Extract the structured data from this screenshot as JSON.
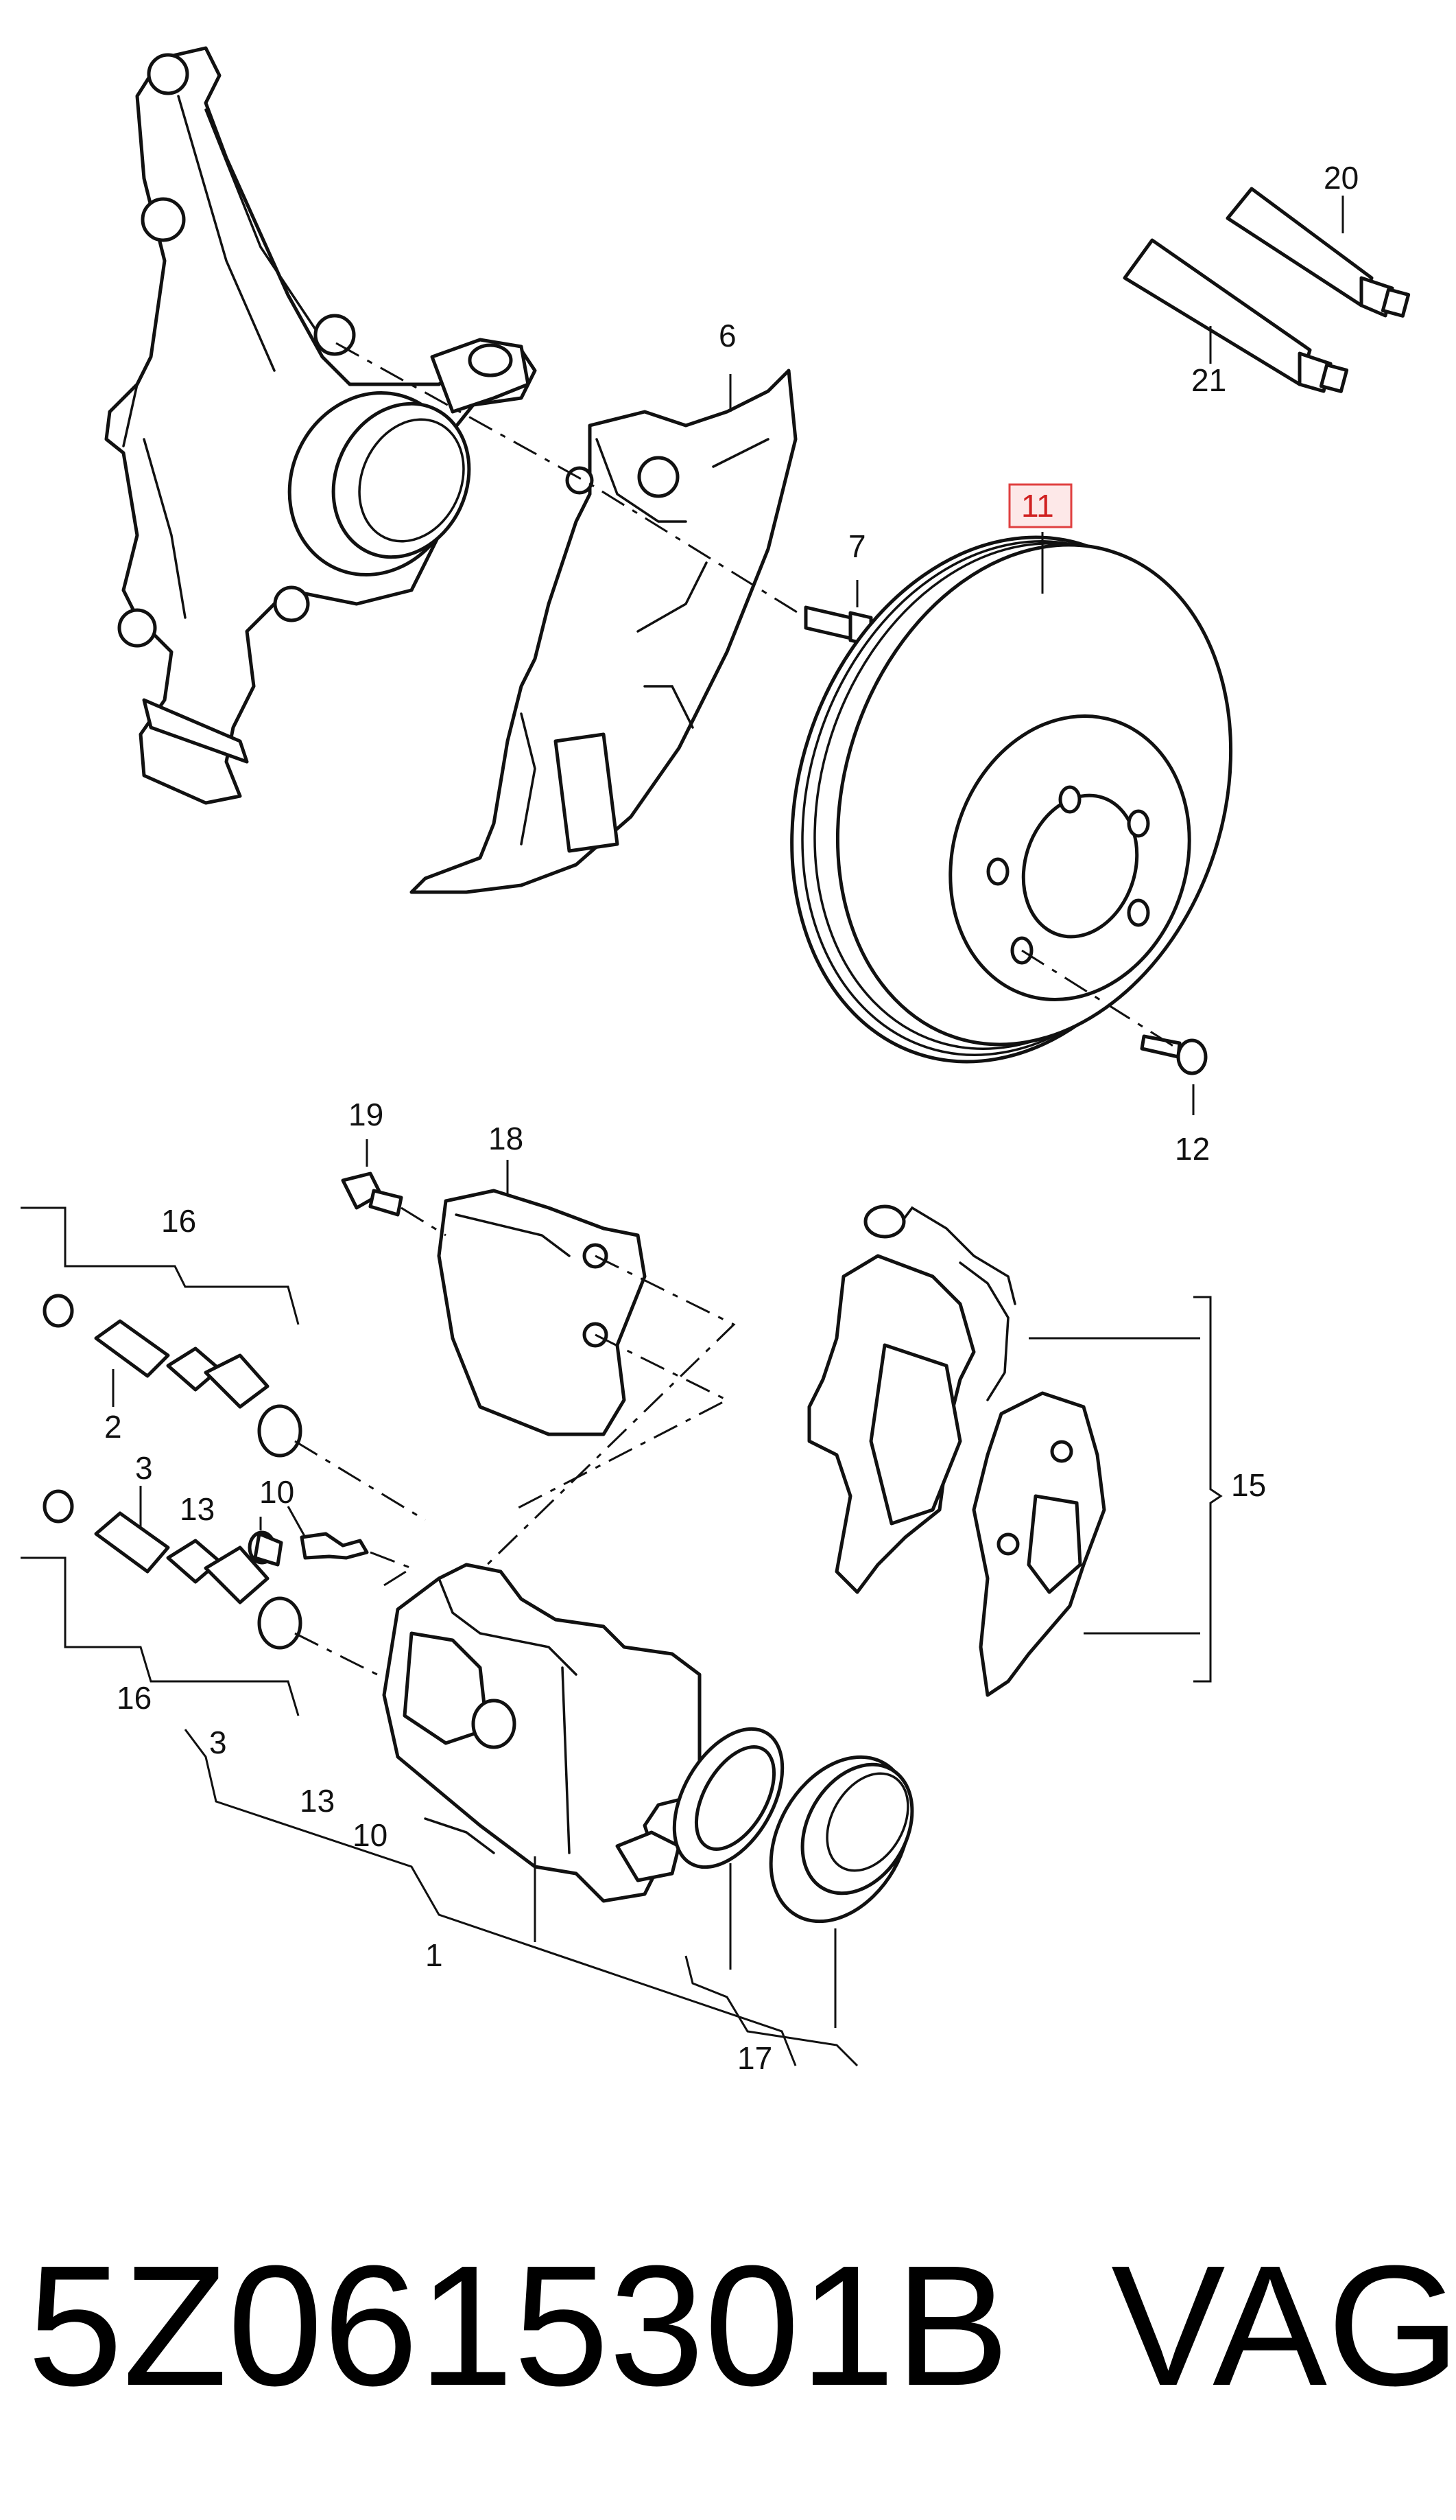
{
  "callouts": {
    "n1": "1",
    "n2": "2",
    "n3a": "3",
    "n3b": "3",
    "n6": "6",
    "n7": "7",
    "n10a": "10",
    "n10b": "10",
    "n11": "11",
    "n12": "12",
    "n13a": "13",
    "n13b": "13",
    "n15": "15",
    "n16a": "16",
    "n16b": "16",
    "n17": "17",
    "n18": "18",
    "n19": "19",
    "n20": "20",
    "n21": "21"
  },
  "highlight_color": "#e04040",
  "footer": {
    "part_number": "5Z0615301B",
    "brand": "VAG"
  }
}
